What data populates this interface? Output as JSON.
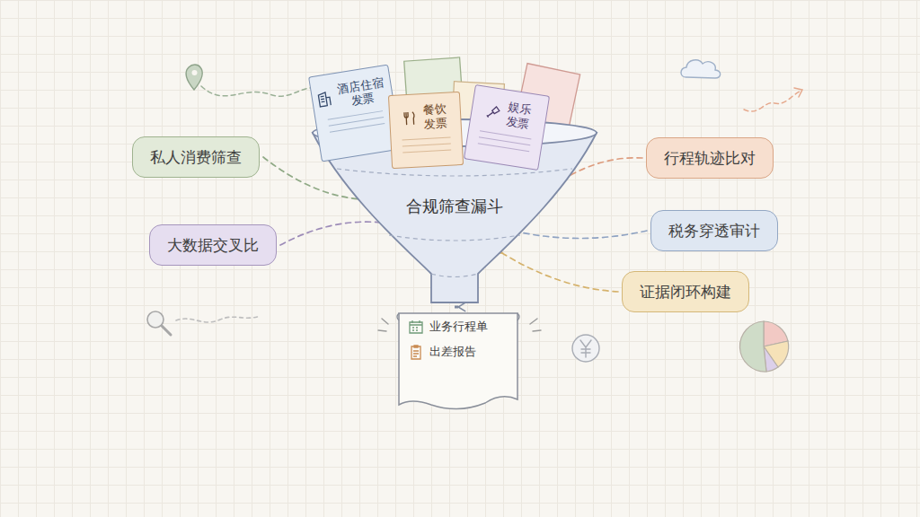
{
  "diagram": {
    "nodes": [
      {
        "text": [
          "酒店住宿 发票"
        ]
      },
      {
        "text": [
          "餐饮 发票"
        ]
      },
      {
        "text": [
          "娱乐 发票"
        ]
      },
      {
        "text": [
          "私人消费筛查"
        ]
      },
      {
        "text": [
          "合规筛查漏斗"
        ]
      },
      {
        "text": [
          "行程轨迹比对"
        ]
      },
      {
        "text": [
          "大数据交叉比"
        ]
      },
      {
        "text": [
          "税务穿透审计"
        ]
      },
      {
        "text": [
          "证据闭环构建"
        ]
      },
      {
        "text": [
          "业务行程单",
          "出差报告"
        ]
      }
    ],
    "edges": [
      {
        "from": 3,
        "to": 4,
        "arrow": "to"
      },
      {
        "from": 6,
        "to": 4,
        "arrow": "to"
      },
      {
        "from": 5,
        "to": 4,
        "arrow": "to"
      },
      {
        "from": 7,
        "to": 4,
        "arrow": "to"
      },
      {
        "from": 8,
        "to": 4,
        "arrow": "to"
      },
      {
        "from": 4,
        "to": 9,
        "arrow": "to"
      }
    ]
  }
}
